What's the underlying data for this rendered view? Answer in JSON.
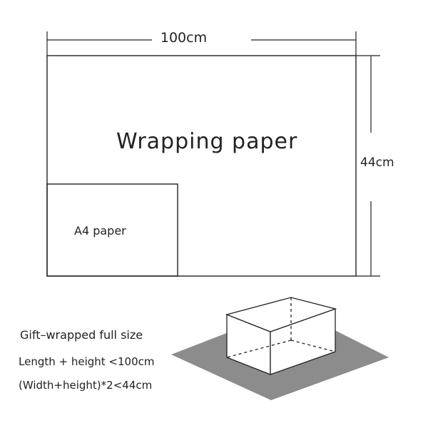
{
  "dimensions": {
    "width_label": "100cm",
    "height_label": "44cm"
  },
  "wrapping_paper": {
    "label": "Wrapping paper"
  },
  "a4_paper": {
    "label": "A4 paper"
  },
  "notes": {
    "title": "Gift–wrapped full size",
    "rule_length": "Length + height <100cm",
    "rule_width": "(Width+height)*2<44cm"
  },
  "colors": {
    "line": "#222222",
    "shadow": "#8c8c8c"
  }
}
